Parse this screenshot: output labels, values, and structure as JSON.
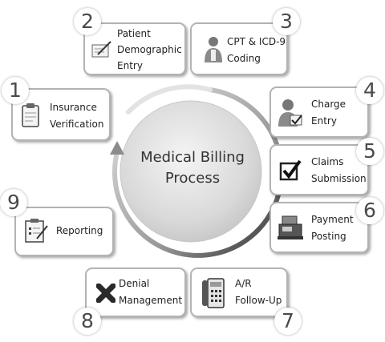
{
  "center": {
    "title": "Medical Billing\nProcess"
  },
  "steps": [
    {
      "number": "1",
      "label": "Insurance\nVerification",
      "icon": "clipboard-icon"
    },
    {
      "number": "2",
      "label": "Patient\nDemographic\nEntry",
      "icon": "pen-form-icon"
    },
    {
      "number": "3",
      "label": "CPT & ICD-9\nCoding",
      "icon": "coder-person-icon"
    },
    {
      "number": "4",
      "label": "Charge\nEntry",
      "icon": "person-check-icon"
    },
    {
      "number": "5",
      "label": "Claims\nSubmission",
      "icon": "checkbox-icon"
    },
    {
      "number": "6",
      "label": "Payment\nPosting",
      "icon": "cash-register-icon"
    },
    {
      "number": "7",
      "label": "A/R\nFollow-Up",
      "icon": "telephone-icon"
    },
    {
      "number": "8",
      "label": "Denial\nManagement",
      "icon": "x-mark-icon"
    },
    {
      "number": "9",
      "label": "Reporting",
      "icon": "report-icon"
    }
  ]
}
